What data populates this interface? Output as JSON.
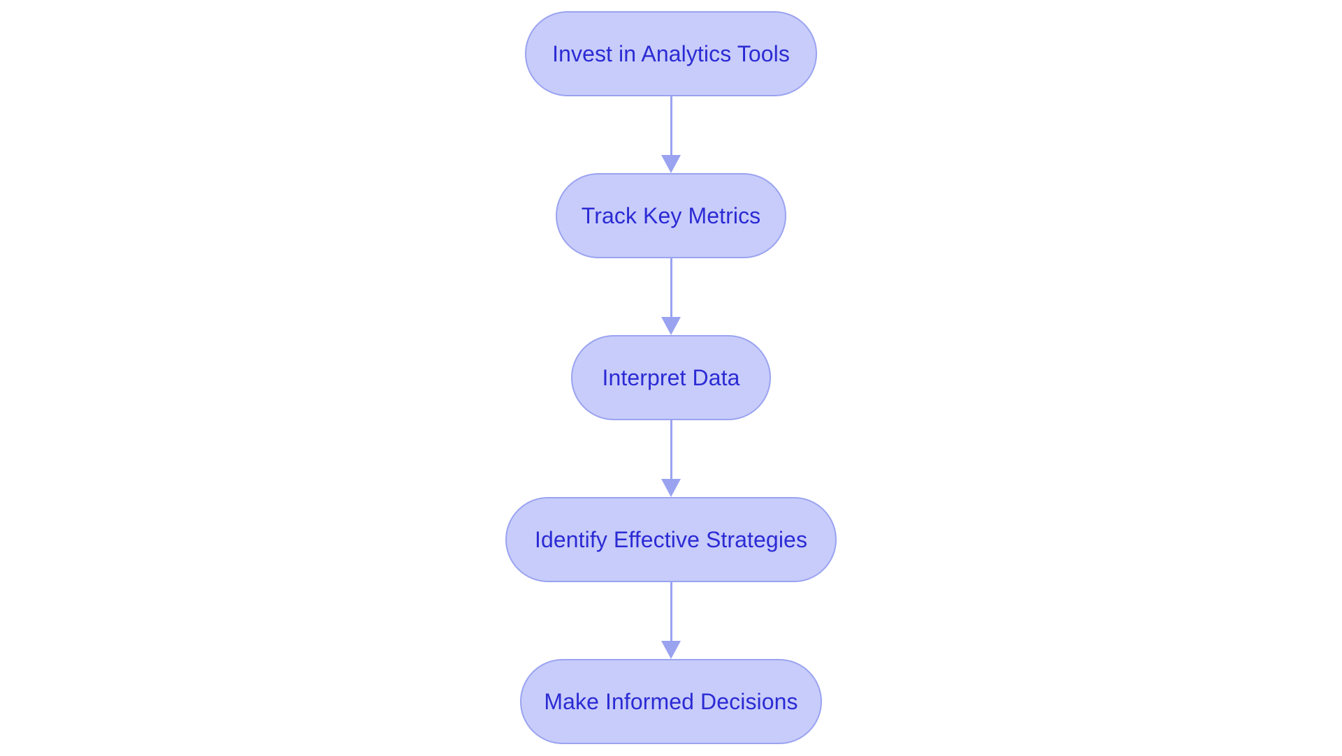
{
  "diagram": {
    "type": "flowchart",
    "orientation": "vertical-top-to-bottom",
    "background_color": "#ffffff",
    "node_fill_color": "#c8ccfa",
    "node_border_color": "#9aa3f0",
    "node_text_color": "#2b2bd4",
    "connector_color": "#9aa3f0",
    "node_shape": "pill",
    "nodes": [
      {
        "id": "n1",
        "label": "Invest in Analytics Tools"
      },
      {
        "id": "n2",
        "label": "Track Key Metrics"
      },
      {
        "id": "n3",
        "label": "Interpret Data"
      },
      {
        "id": "n4",
        "label": "Identify Effective Strategies"
      },
      {
        "id": "n5",
        "label": "Make Informed Decisions"
      }
    ],
    "edges": [
      {
        "from": "n1",
        "to": "n2",
        "arrow": "down-arrowhead",
        "label": ""
      },
      {
        "from": "n2",
        "to": "n3",
        "arrow": "down-arrowhead",
        "label": ""
      },
      {
        "from": "n3",
        "to": "n4",
        "arrow": "down-arrowhead",
        "label": ""
      },
      {
        "from": "n4",
        "to": "n5",
        "arrow": "down-arrowhead",
        "label": ""
      }
    ]
  }
}
